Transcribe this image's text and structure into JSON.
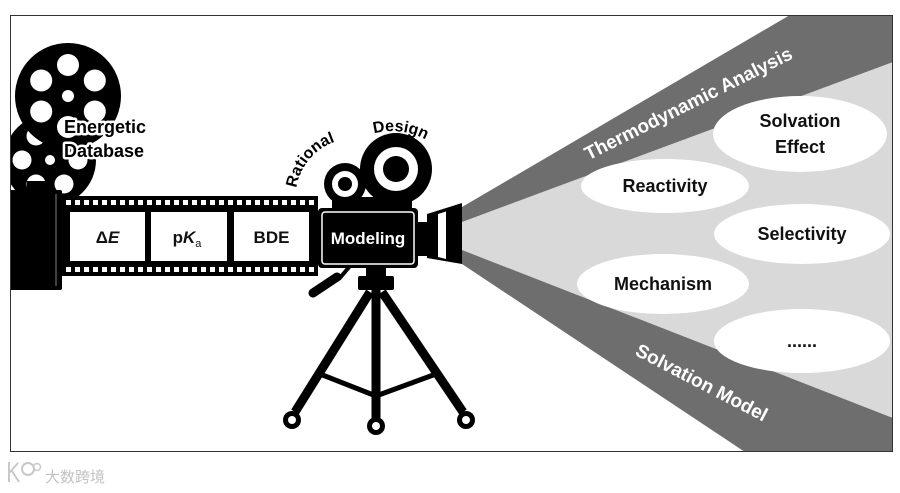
{
  "database": {
    "line1": "Energetic",
    "line2": "Database"
  },
  "film_strip": {
    "frames": [
      {
        "prefix": "Δ",
        "italic": "E"
      },
      {
        "prefix": "p",
        "italic": "K",
        "subscript": "a"
      },
      {
        "text": "BDE"
      }
    ]
  },
  "camera": {
    "body_label": "Modeling",
    "arc_left": "Rational",
    "arc_right": "Design"
  },
  "beam": {
    "upper_band": "Thermodynamic Analysis",
    "lower_band": "Solvation Model",
    "bubbles": [
      {
        "lines": [
          "Solvation",
          "Effect"
        ]
      },
      {
        "lines": [
          "Reactivity"
        ]
      },
      {
        "lines": [
          "Selectivity"
        ]
      },
      {
        "lines": [
          "Mechanism"
        ]
      },
      {
        "lines": [
          "......"
        ]
      }
    ]
  },
  "watermark": {
    "text": "大数跨境"
  },
  "icons": {
    "database": "film-reel-icon",
    "canister": "film-canister-icon",
    "camera": "movie-camera-icon",
    "tripod": "tripod-icon",
    "watermark": "watermark-logo-icon"
  },
  "colors": {
    "ink": "#000000",
    "beam": "#d9d9d9",
    "band": "#6e6e6e",
    "bubble": "#ffffff",
    "frame_border": "#333333",
    "watermark": "#c2c2c2"
  }
}
